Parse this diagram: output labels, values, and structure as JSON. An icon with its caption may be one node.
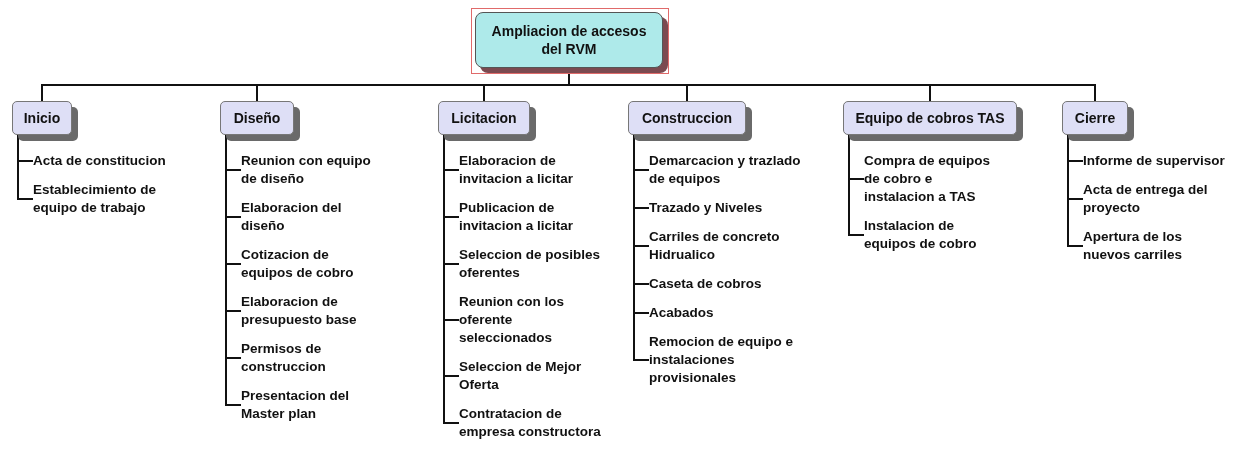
{
  "diagram": {
    "nodes": [
      {
        "text": [
          "Ampliacion de accesos del RVM"
        ]
      },
      {
        "text": [
          "Inicio"
        ]
      },
      {
        "text": [
          "Acta de constitucion"
        ]
      },
      {
        "text": [
          "Establecimiento de equipo de trabajo"
        ]
      },
      {
        "text": [
          "Diseño"
        ]
      },
      {
        "text": [
          "Reunion con equipo de diseño"
        ]
      },
      {
        "text": [
          "Elaboracion del diseño"
        ]
      },
      {
        "text": [
          "Cotizacion de equipos de cobro"
        ]
      },
      {
        "text": [
          "Elaboracion de presupuesto base"
        ]
      },
      {
        "text": [
          "Permisos de construccion"
        ]
      },
      {
        "text": [
          "Presentacion del Master plan"
        ]
      },
      {
        "text": [
          "Licitacion"
        ]
      },
      {
        "text": [
          "Elaboracion de invitacion a licitar"
        ]
      },
      {
        "text": [
          "Publicacion de invitacion a licitar"
        ]
      },
      {
        "text": [
          "Seleccion de posibles oferentes"
        ]
      },
      {
        "text": [
          "Reunion con los oferente seleccionados"
        ]
      },
      {
        "text": [
          "Seleccion de Mejor Oferta"
        ]
      },
      {
        "text": [
          "Contratacion de empresa constructora"
        ]
      },
      {
        "text": [
          "Construccion"
        ]
      },
      {
        "text": [
          "Demarcacion y trazlado de equipos"
        ]
      },
      {
        "text": [
          "Trazado y Niveles"
        ]
      },
      {
        "text": [
          "Carriles de concreto Hidrualico"
        ]
      },
      {
        "text": [
          "Caseta de cobros"
        ]
      },
      {
        "text": [
          "Acabados"
        ]
      },
      {
        "text": [
          "Remocion de equipo e instalaciones provisionales"
        ]
      },
      {
        "text": [
          "Equipo de cobros TAS"
        ]
      },
      {
        "text": [
          "Compra de equipos de cobro e instalacion a TAS"
        ]
      },
      {
        "text": [
          "Instalacion de equipos de cobro"
        ]
      },
      {
        "text": [
          "Cierre"
        ]
      },
      {
        "text": [
          "Informe de supervisor"
        ]
      },
      {
        "text": [
          "Acta de entrega del proyecto"
        ]
      },
      {
        "text": [
          "Apertura de los nuevos carriles"
        ]
      }
    ],
    "edges": [
      {
        "from": 0,
        "to": 1,
        "arrow": "none"
      },
      {
        "from": 1,
        "to": 2,
        "arrow": "none"
      },
      {
        "from": 1,
        "to": 3,
        "arrow": "none"
      },
      {
        "from": 0,
        "to": 4,
        "arrow": "none"
      },
      {
        "from": 4,
        "to": 5,
        "arrow": "none"
      },
      {
        "from": 4,
        "to": 6,
        "arrow": "none"
      },
      {
        "from": 4,
        "to": 7,
        "arrow": "none"
      },
      {
        "from": 4,
        "to": 8,
        "arrow": "none"
      },
      {
        "from": 4,
        "to": 9,
        "arrow": "none"
      },
      {
        "from": 4,
        "to": 10,
        "arrow": "none"
      },
      {
        "from": 0,
        "to": 11,
        "arrow": "none"
      },
      {
        "from": 11,
        "to": 12,
        "arrow": "none"
      },
      {
        "from": 11,
        "to": 13,
        "arrow": "none"
      },
      {
        "from": 11,
        "to": 14,
        "arrow": "none"
      },
      {
        "from": 11,
        "to": 15,
        "arrow": "none"
      },
      {
        "from": 11,
        "to": 16,
        "arrow": "none"
      },
      {
        "from": 11,
        "to": 17,
        "arrow": "none"
      },
      {
        "from": 0,
        "to": 18,
        "arrow": "none"
      },
      {
        "from": 18,
        "to": 19,
        "arrow": "none"
      },
      {
        "from": 18,
        "to": 20,
        "arrow": "none"
      },
      {
        "from": 18,
        "to": 21,
        "arrow": "none"
      },
      {
        "from": 18,
        "to": 22,
        "arrow": "none"
      },
      {
        "from": 18,
        "to": 23,
        "arrow": "none"
      },
      {
        "from": 18,
        "to": 24,
        "arrow": "none"
      },
      {
        "from": 0,
        "to": 25,
        "arrow": "none"
      },
      {
        "from": 25,
        "to": 26,
        "arrow": "none"
      },
      {
        "from": 25,
        "to": 27,
        "arrow": "none"
      },
      {
        "from": 0,
        "to": 28,
        "arrow": "none"
      },
      {
        "from": 28,
        "to": 29,
        "arrow": "none"
      },
      {
        "from": 28,
        "to": 30,
        "arrow": "none"
      },
      {
        "from": 28,
        "to": 31,
        "arrow": "none"
      }
    ]
  }
}
